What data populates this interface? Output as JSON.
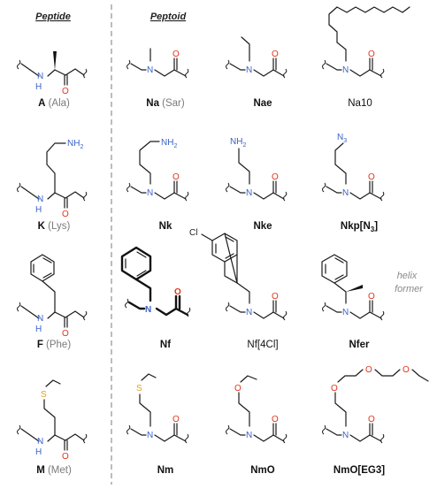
{
  "headers": {
    "peptide": "Peptide",
    "peptoid": "Peptoid"
  },
  "note": {
    "line1": "helix",
    "line2": "former"
  },
  "labels": {
    "A": {
      "main": "A",
      "sub": " (Ala)"
    },
    "Na": {
      "main": "Na",
      "sub": " (Sar)"
    },
    "Nae": {
      "main": "Nae"
    },
    "Na10": {
      "main": "Na10"
    },
    "K": {
      "main": "K",
      "sub": " (Lys)"
    },
    "Nk": {
      "main": "Nk"
    },
    "Nke": {
      "main": "Nke"
    },
    "Nkp": {
      "main": "Nkp[N",
      "sub3": "3",
      "end": "]"
    },
    "F": {
      "main": "F",
      "sub": " (Phe)"
    },
    "Nf": {
      "main": "Nf"
    },
    "Nf4Cl": {
      "main": "Nf[4Cl]"
    },
    "Nfer": {
      "main": "Nfer"
    },
    "M": {
      "main": "M",
      "sub": " (Met)"
    },
    "Nm": {
      "main": "Nm"
    },
    "NmO": {
      "main": "NmO"
    },
    "NmOEG3": {
      "main": "NmO[EG3]"
    }
  },
  "atoms": {
    "N": "N",
    "NH": "N",
    "H": "H",
    "O": "O",
    "S": "S",
    "Cl": "Cl",
    "NH2": "NH",
    "two": "2",
    "N3": "N",
    "three": "3"
  },
  "colors": {
    "nitrogen": "#3a62c8",
    "oxygen": "#e0341a",
    "sulfur": "#e5a21a",
    "divider": "#999999"
  }
}
